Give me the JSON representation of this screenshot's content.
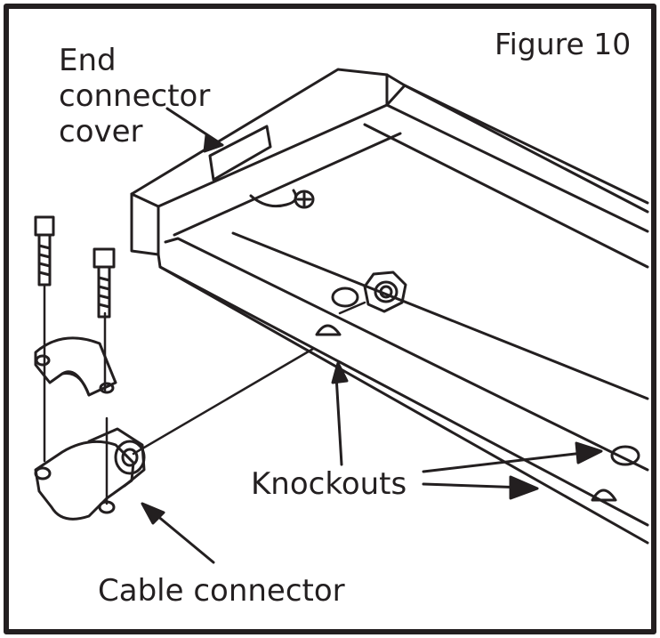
{
  "figure": {
    "title": "Figure 10",
    "labels": {
      "end_connector_cover": [
        "End",
        "connector",
        "cover"
      ],
      "knockouts": "Knockouts",
      "cable_connector": "Cable connector"
    }
  },
  "colors": {
    "ink": "#231f20",
    "paper": "#ffffff"
  }
}
